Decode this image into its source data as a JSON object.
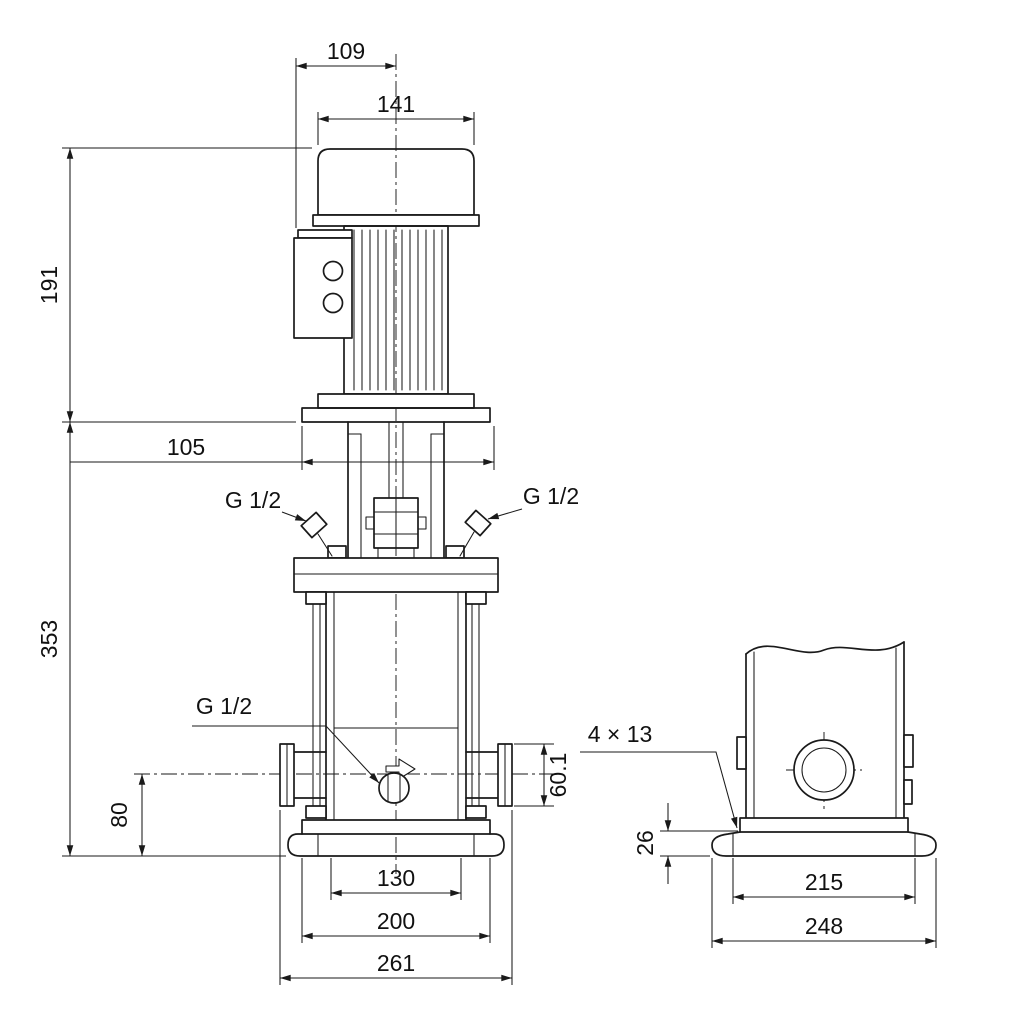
{
  "drawing": {
    "type": "technical-dimensional-drawing",
    "subject": "vertical multistage pump outline with motor, front view and base side view"
  },
  "dimensions": {
    "d109": "109",
    "d141": "141",
    "d191": "191",
    "d105": "105",
    "d353": "353",
    "d80": "80",
    "d60_1": "60.1",
    "d130": "130",
    "d200": "200",
    "d261": "261",
    "d26": "26",
    "d215": "215",
    "d248": "248"
  },
  "labels": {
    "g12_top_left": "G 1/2",
    "g12_top_right": "G 1/2",
    "g12_drain": "G 1/2",
    "bolt_holes": "4 × 13"
  },
  "colors": {
    "line": "#1a1a1a",
    "background": "#ffffff"
  }
}
